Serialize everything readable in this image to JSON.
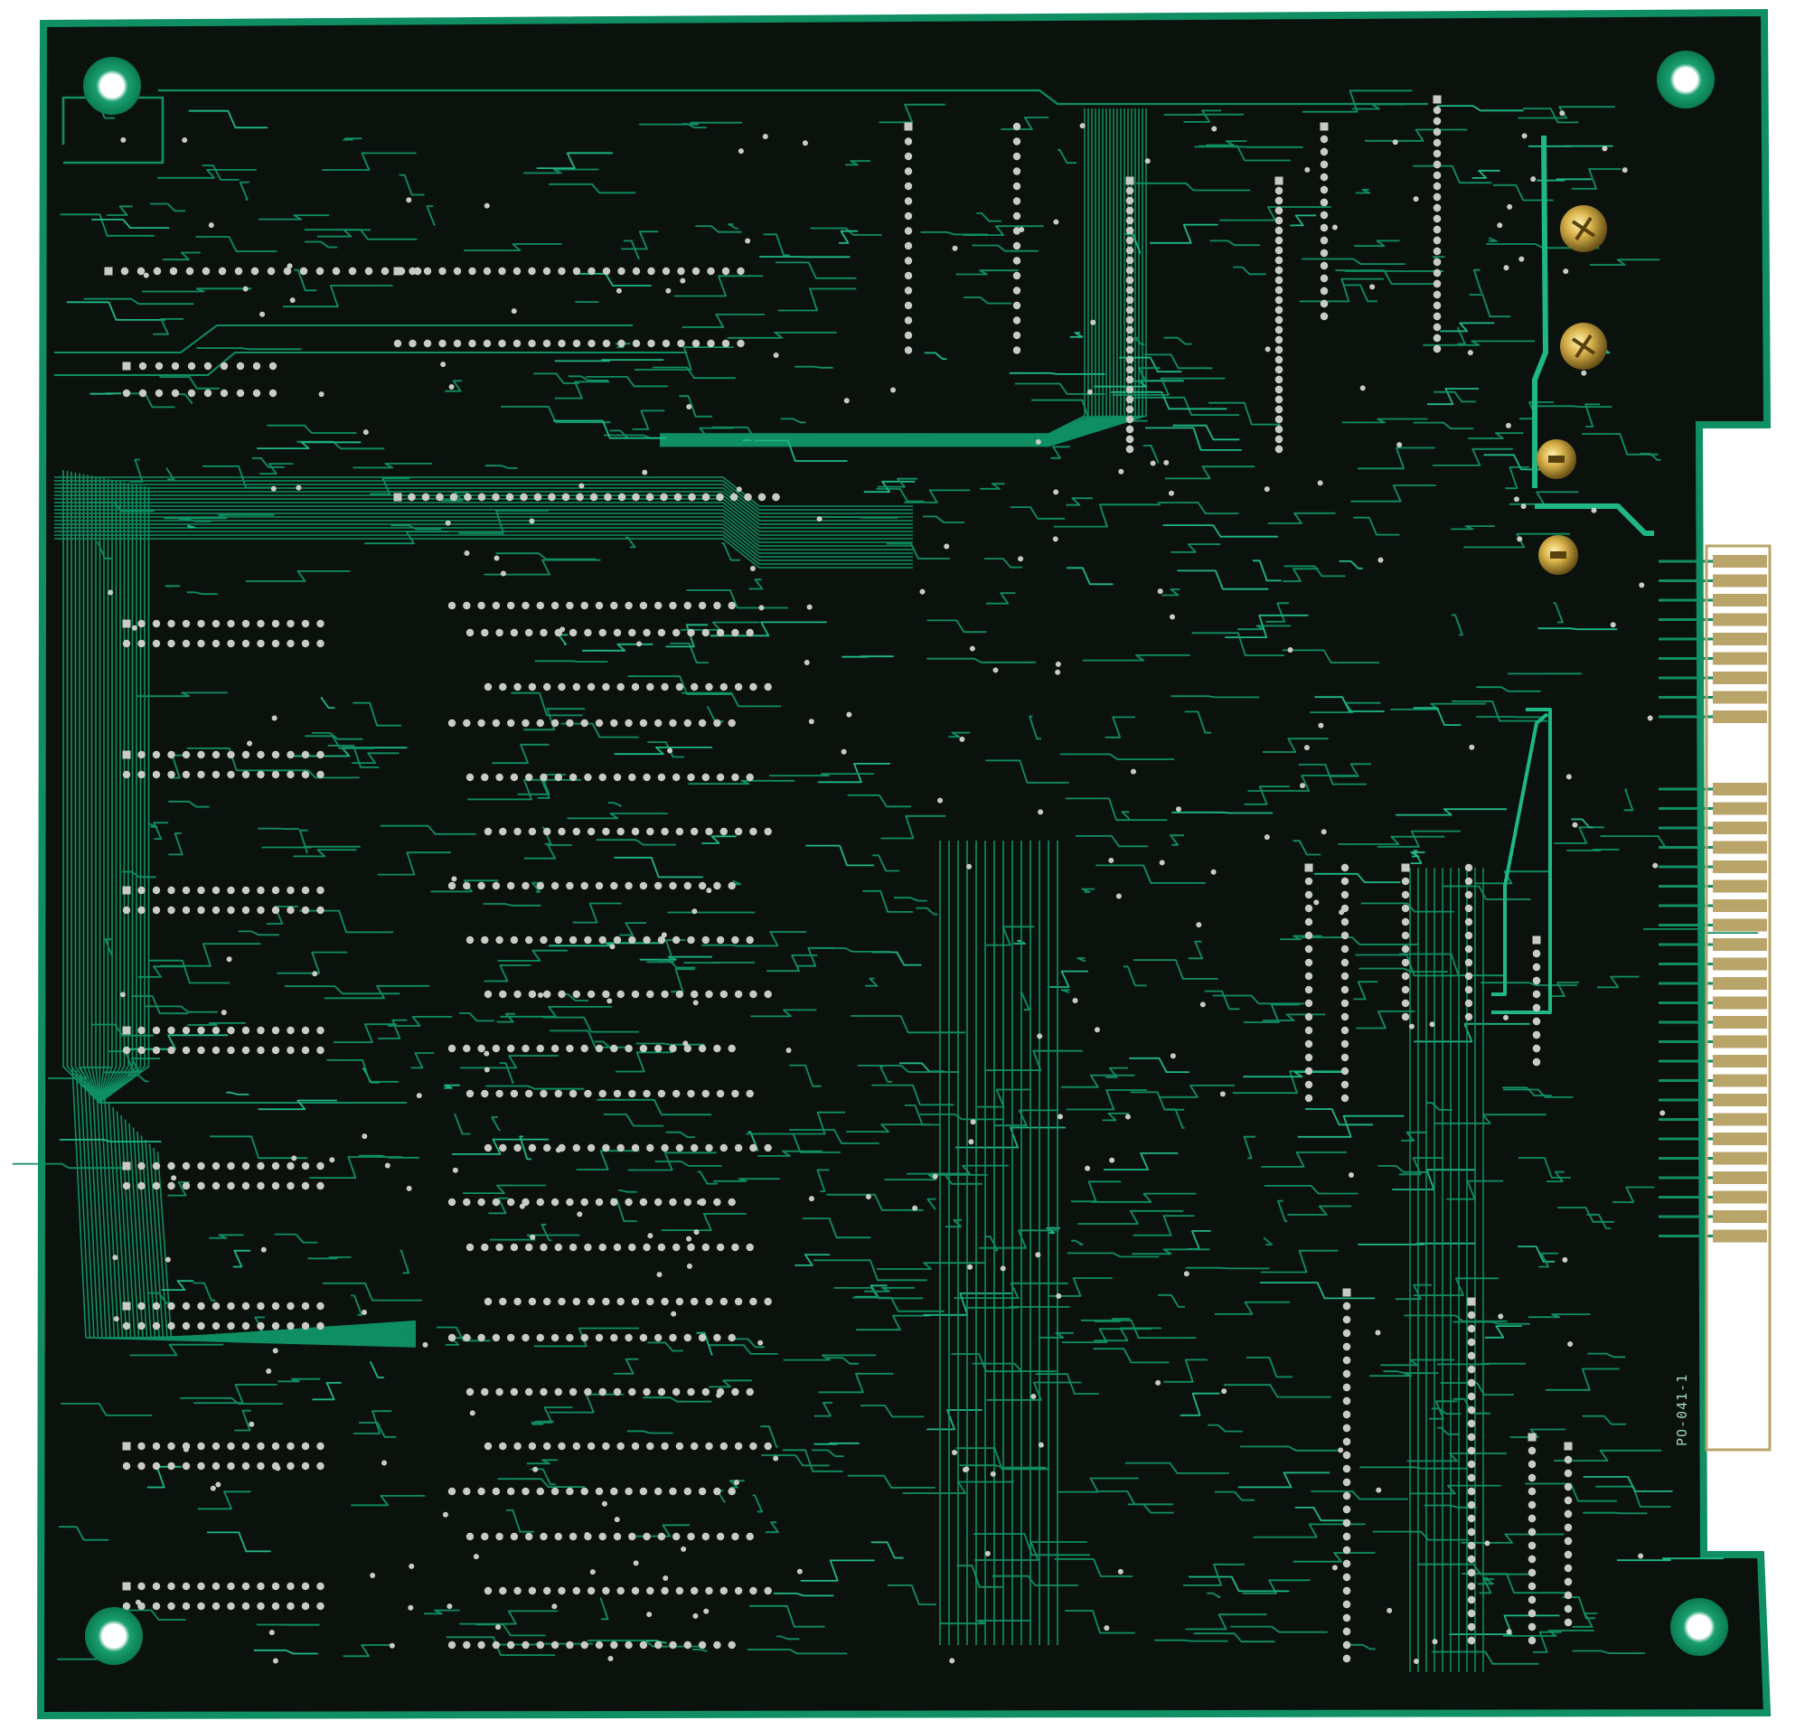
{
  "photo": {
    "subject": "printed-circuit-board-solder-side",
    "board_label": "PO-041-1",
    "colors": {
      "background": "#ffffff",
      "substrate": "#0b120e",
      "trace": "#0f8f62",
      "trace_bright": "#1fb884",
      "pad": "#c9ccc4",
      "edge_connector": "#b9a56a",
      "screw": "#c9a240"
    },
    "features": [
      "mounting-hole",
      "edge-connector",
      "screw",
      "solder-pad-row",
      "copper-trace",
      "ic-footprint"
    ]
  }
}
